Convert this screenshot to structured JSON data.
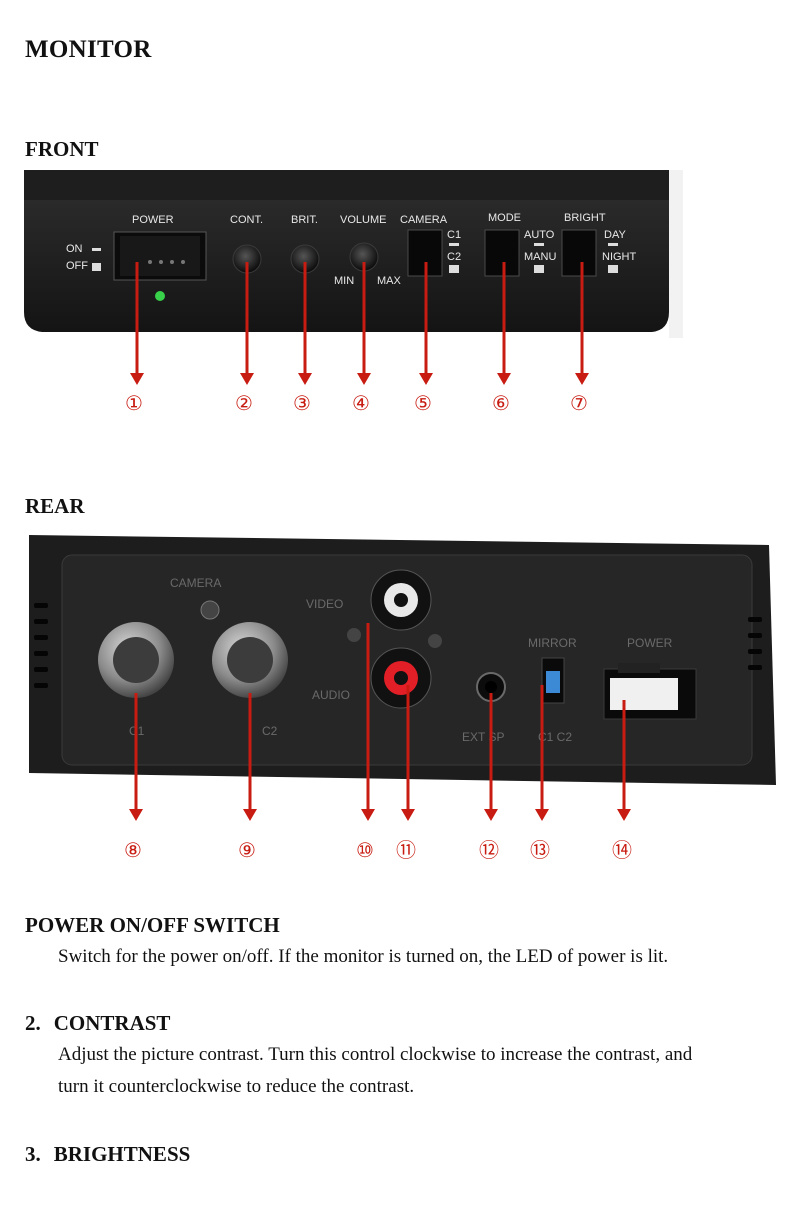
{
  "page_title": "MONITOR",
  "front": {
    "heading": "FRONT",
    "labels": {
      "power": "POWER",
      "on": "ON",
      "off": "OFF",
      "cont": "CONT.",
      "brit": "BRIT.",
      "volume": "VOLUME",
      "min": "MIN",
      "max": "MAX",
      "camera": "CAMERA",
      "c1": "C1",
      "c2": "C2",
      "mode": "MODE",
      "auto": "AUTO",
      "manu": "MANU",
      "bright": "BRIGHT",
      "day": "DAY",
      "night": "NIGHT"
    },
    "callouts": [
      "①",
      "②",
      "③",
      "④",
      "⑤",
      "⑥",
      "⑦"
    ]
  },
  "rear": {
    "heading": "REAR",
    "labels": {
      "camera": "CAMERA",
      "video": "VIDEO",
      "audio": "AUDIO",
      "c1": "C1",
      "c2": "C2",
      "ext_sp": "EXT SP",
      "mirror": "MIRROR",
      "mirror_c": "C1 C2",
      "power": "POWER"
    },
    "callouts": [
      "⑧",
      "⑨",
      "⑩",
      "⑪",
      "⑫",
      "⑬",
      "⑭"
    ]
  },
  "sections": [
    {
      "number": "",
      "title": "POWER ON/OFF SWITCH",
      "lines": [
        "Switch for the power on/off. If the monitor is turned on, the LED of power is lit."
      ]
    },
    {
      "number": "2.",
      "title": "CONTRAST",
      "lines": [
        "Adjust the picture contrast. Turn this control clockwise to increase the contrast, and",
        "turn it counterclockwise to reduce the contrast."
      ]
    },
    {
      "number": "3.",
      "title": "BRIGHTNESS",
      "lines": []
    }
  ],
  "colors": {
    "callout_red": "#c81c12",
    "panel": "#1c1c1c"
  }
}
